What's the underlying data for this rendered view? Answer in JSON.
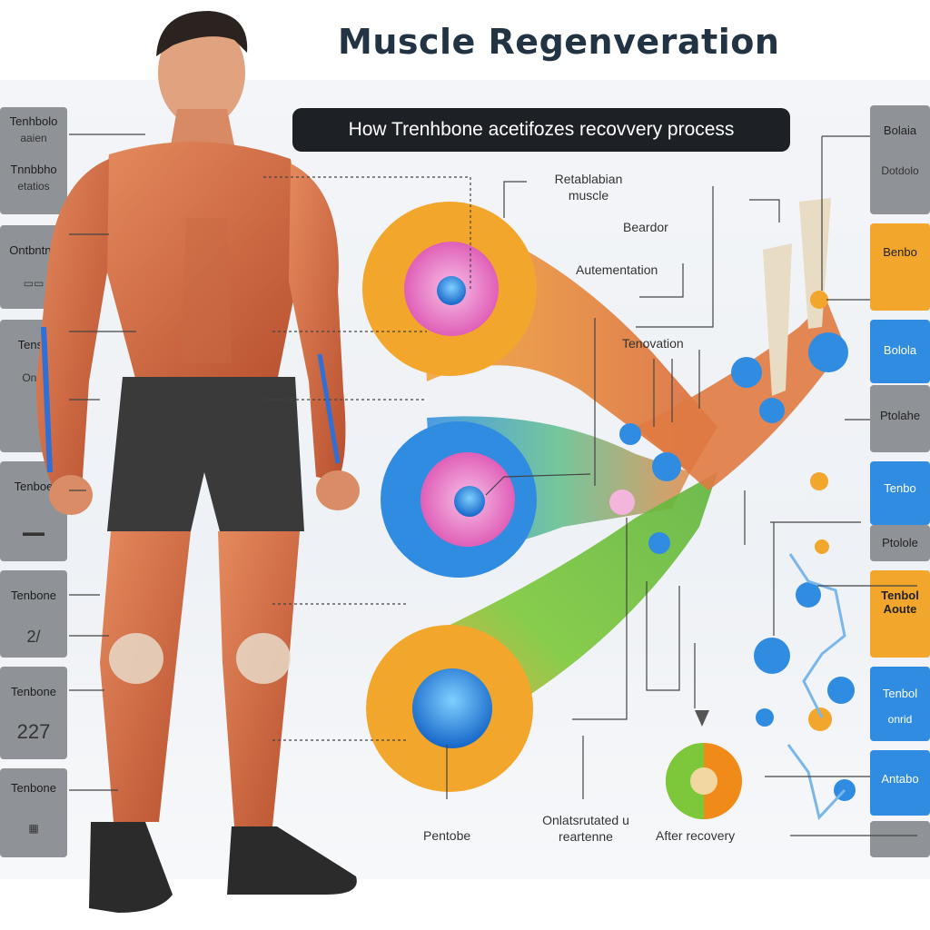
{
  "title": "Muscle Regenveration",
  "subtitle": "How Trenhbone acetifozes recovvery process",
  "left_cards": [
    {
      "title": "Tenhbolo",
      "sub": "aaien"
    },
    {
      "title": "Tnnbbho",
      "sub": "etatios"
    },
    {
      "title": "Ontbntne",
      "sub": ""
    },
    {
      "title": "Tensh",
      "sub": "Onts"
    },
    {
      "title": "Tenboe",
      "sub": ""
    },
    {
      "title": "Tenbone",
      "sub": "2/"
    },
    {
      "title": "Tenbone",
      "sub": "227"
    },
    {
      "title": "Tenbone",
      "sub": ""
    }
  ],
  "right_cards": [
    {
      "title": "Bolaia",
      "sub": "Dotdolo",
      "color": "#8f9398"
    },
    {
      "title": "Benbo",
      "sub": "",
      "color": "#f2a62b"
    },
    {
      "title": "Bolola",
      "sub": "Ptolahe",
      "color": "#2f8ce0"
    },
    {
      "title": "Tenbo",
      "sub": "Ptolole",
      "color": "#2f8ce0"
    },
    {
      "title": "Tenbol Aoute",
      "sub": "",
      "color": "#f2a62b"
    },
    {
      "title": "Tenbol",
      "sub": "onrid",
      "color": "#2f8ce0"
    },
    {
      "title": "Antabo",
      "sub": "",
      "color": "#2f8ce0"
    }
  ],
  "diagram_labels": {
    "muscle": "Retablabian muscle",
    "beardor": "Beardor",
    "autementation": "Autementation",
    "tenovation": "Tenovation",
    "before": "Pentobe",
    "during": "Onlatsrutated u reartenne",
    "after": "After recovery"
  },
  "colors": {
    "orange": "#f2a62b",
    "blue": "#2f8ce0",
    "green": "#6cc03b",
    "muscle": "#d9754f",
    "pink": "#ea6fc4"
  }
}
